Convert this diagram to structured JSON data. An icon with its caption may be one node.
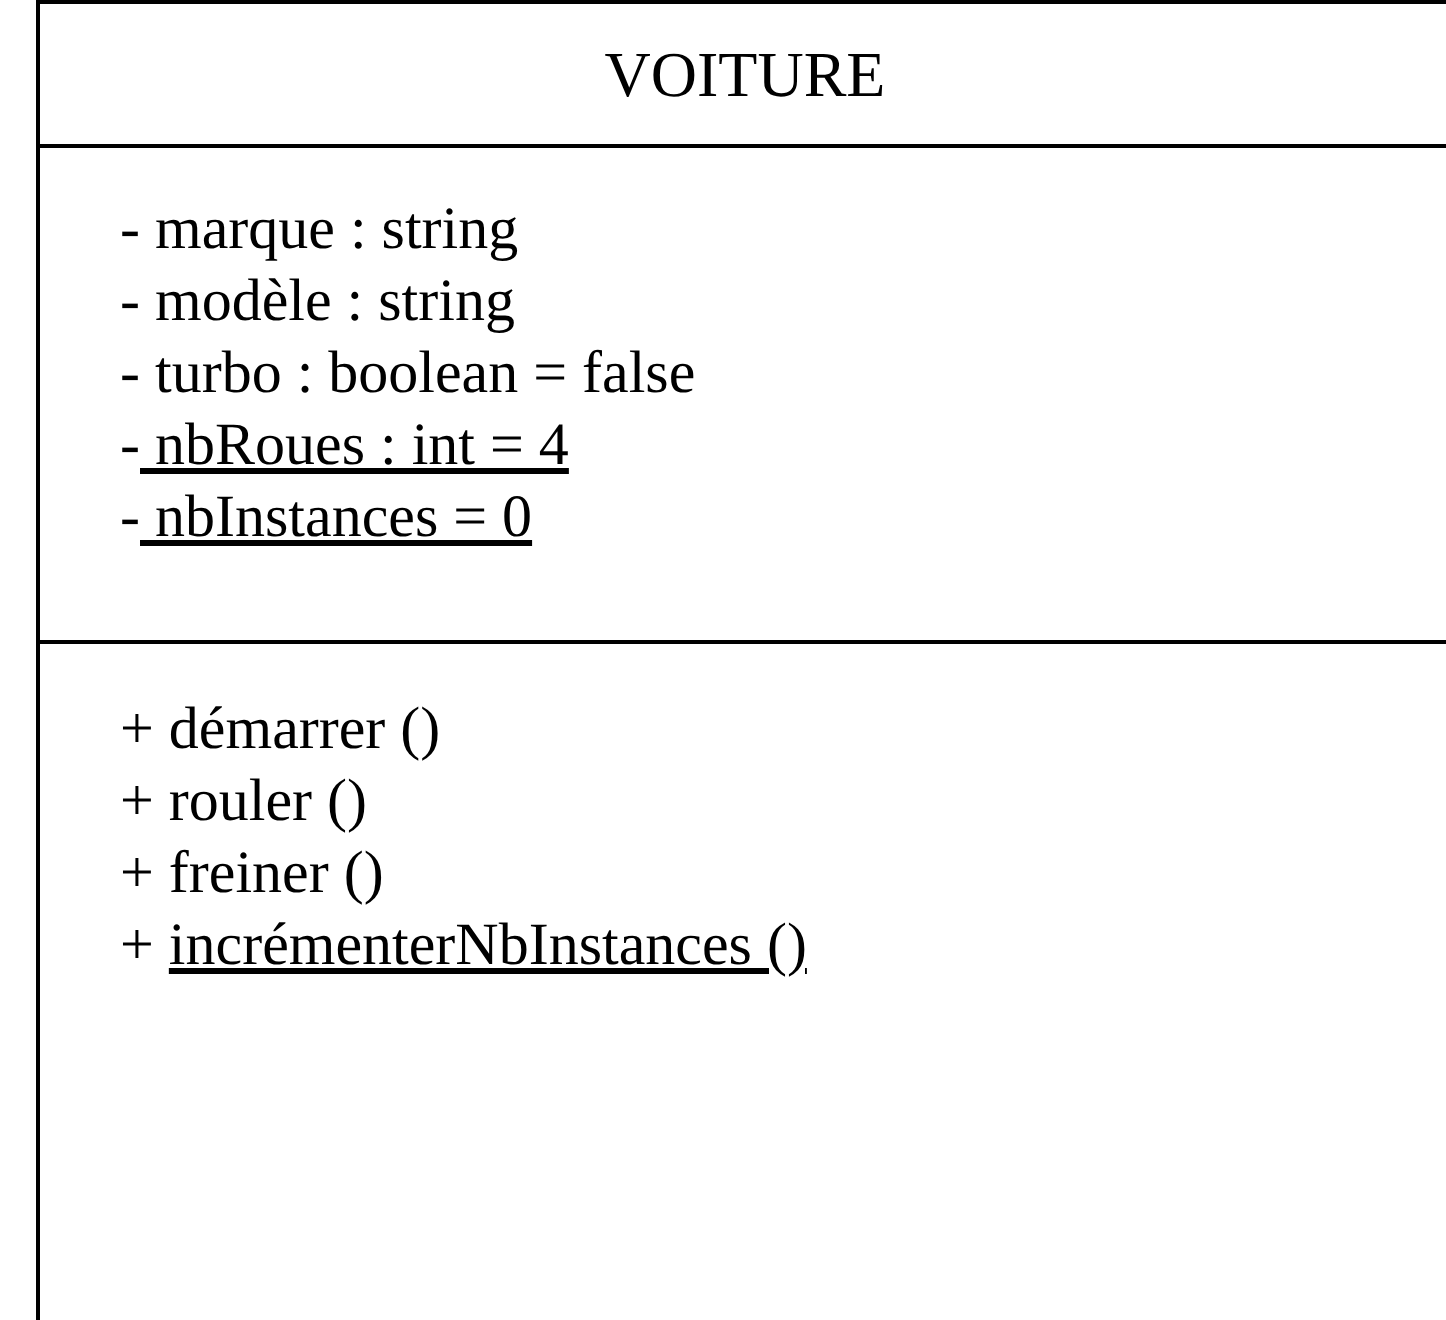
{
  "diagram": {
    "nodes": [
      {
        "text": [
          "VOITURE",
          "- marque : string",
          "- modèle : string",
          "- turbo : boolean = false",
          "- nbRoues : int = 4",
          "- nbInstances = 0",
          "+ démarrer ()",
          "+ rouler ()",
          "+ freiner ()",
          "+ incrémenterNbInstances ()"
        ]
      }
    ],
    "edges": []
  }
}
